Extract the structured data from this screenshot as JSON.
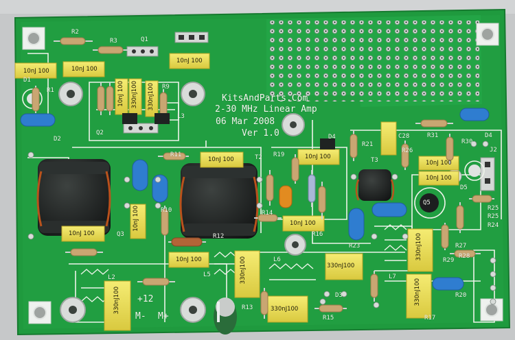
{
  "board": {
    "title_lines": [
      "KitsAndParts.Com",
      "2-30 MHz Linear Amp",
      "06 Mar 2008",
      "Ver 1.0"
    ],
    "power_labels": [
      "+12",
      "M-",
      "M+"
    ],
    "component_labels": [
      "R2",
      "R3",
      "Q1",
      "R1",
      "D1",
      "R9",
      "L3",
      "Q2",
      "D2",
      "R11",
      "T2",
      "R19",
      "D4",
      "R21",
      "C28",
      "R26",
      "R31",
      "R30",
      "D4",
      "J2",
      "T3",
      "D5",
      "Q5",
      "R25",
      "R25",
      "R24",
      "R10",
      "R14",
      "R16",
      "R12",
      "R23",
      "Q3",
      "R27",
      "R29",
      "R28",
      "L6",
      "L5",
      "L2",
      "D3",
      "L7",
      "R13",
      "R15",
      "R17",
      "R20"
    ],
    "cap_markings": [
      "10nJ 100",
      "10nJ 100",
      "10nJ 100",
      "10nJ 100",
      "10nJ 100",
      "10nJ 100",
      "10nJ 100",
      "10nJ 100",
      "10nJ 100",
      "10nJ 100",
      "10nJ 100",
      "10nJ 100",
      "330nJ100",
      "330nJ100",
      "330nJ100",
      "330nJ100",
      "330nJ100",
      "330nJ100",
      "330nJ100",
      "330nJ100"
    ]
  },
  "colors": {
    "pcb_green": "#1f9a3e",
    "silkscreen": "#f2f7ee",
    "cap_yellow": "#efe25a",
    "toroid_black": "#1c1f1f",
    "background_grey": "#c8cacb"
  }
}
